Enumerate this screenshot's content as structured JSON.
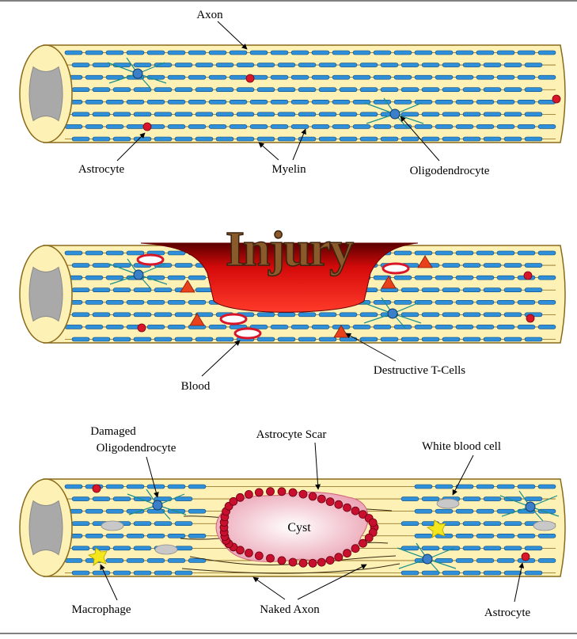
{
  "colors": {
    "tube_fill": "#fdf1b5",
    "tube_edge": "#8a6a1a",
    "myelin": "#2f8fd8",
    "myelin_edge": "#0d4a80",
    "blood": "#d8162a",
    "tcell": "#e8411c",
    "wound": "#d40a0a",
    "scar": "#c8102e",
    "cyst_fill": "#f3c4cf",
    "white_cell": "#c8c8c8",
    "macrophage": "#f3e61c"
  },
  "panel_normal": {
    "labels": {
      "axon": "Axon",
      "astrocyte": "Astrocyte",
      "myelin": "Myelin",
      "oligodendrocyte": "Oligodendrocyte"
    }
  },
  "panel_injury": {
    "injury_word": "Injury",
    "labels": {
      "blood": "Blood",
      "tcells": "Destructive T-Cells"
    }
  },
  "panel_scar": {
    "cyst": "Cyst",
    "labels": {
      "damaged_oligo_line1": "Damaged",
      "damaged_oligo_line2": "Oligodendrocyte",
      "astrocyte_scar": "Astrocyte Scar",
      "white_blood_cell": "White blood cell",
      "macrophage": "Macrophage",
      "naked_axon": "Naked Axon",
      "astrocyte": "Astrocyte"
    }
  }
}
